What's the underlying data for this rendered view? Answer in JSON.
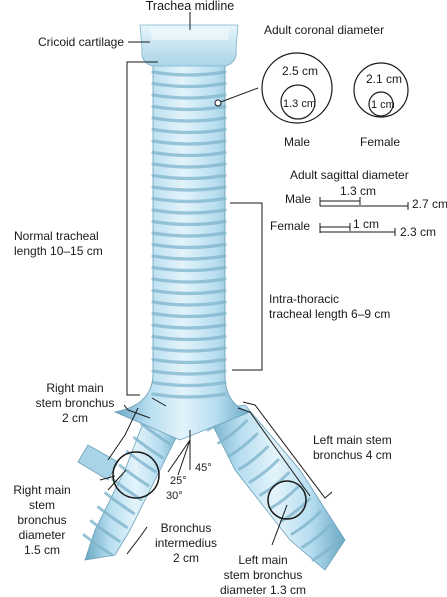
{
  "colors": {
    "tissue_light": "#d4ecf5",
    "tissue_mid": "#9fcfe3",
    "tissue_dark": "#5f9fbd",
    "ring_shade": "#7fb4cc",
    "line": "#1a1a1a",
    "text": "#1a1a1a"
  },
  "labels": {
    "trachea_midline": "Trachea midline",
    "cricoid": "Cricoid cartilage",
    "coronal_title": "Adult coronal diameter",
    "male_outer": "2.5 cm",
    "male_inner": "1.3 cm",
    "male": "Male",
    "female_outer": "2.1 cm",
    "female_inner": "1 cm",
    "female": "Female",
    "sagittal_title": "Adult sagittal diameter",
    "sag_male": "Male",
    "sag_male_min": "1.3 cm",
    "sag_male_max": "2.7 cm",
    "sag_female": "Female",
    "sag_female_min": "1 cm",
    "sag_female_max": "2.3 cm",
    "normal_length_1": "Normal tracheal",
    "normal_length_2": "length 10–15 cm",
    "intrathoracic_1": "Intra-thoracic",
    "intrathoracic_2": "tracheal length 6–9 cm",
    "right_main_1": "Right main",
    "right_main_2": "stem bronchus",
    "right_main_3": "2 cm",
    "left_main_1": "Left main stem",
    "left_main_2": "bronchus 4 cm",
    "right_diam_1": "Right main",
    "right_diam_2": "stem",
    "right_diam_3": "bronchus",
    "right_diam_4": "diameter",
    "right_diam_5": "1.5 cm",
    "bronchus_int_1": "Bronchus",
    "bronchus_int_2": "intermedius",
    "bronchus_int_3": "2 cm",
    "left_diam_1": "Left main",
    "left_diam_2": "stem bronchus",
    "left_diam_3": "diameter 1.3 cm",
    "angle_25": "25°",
    "angle_30": "30°",
    "angle_45": "45°"
  }
}
